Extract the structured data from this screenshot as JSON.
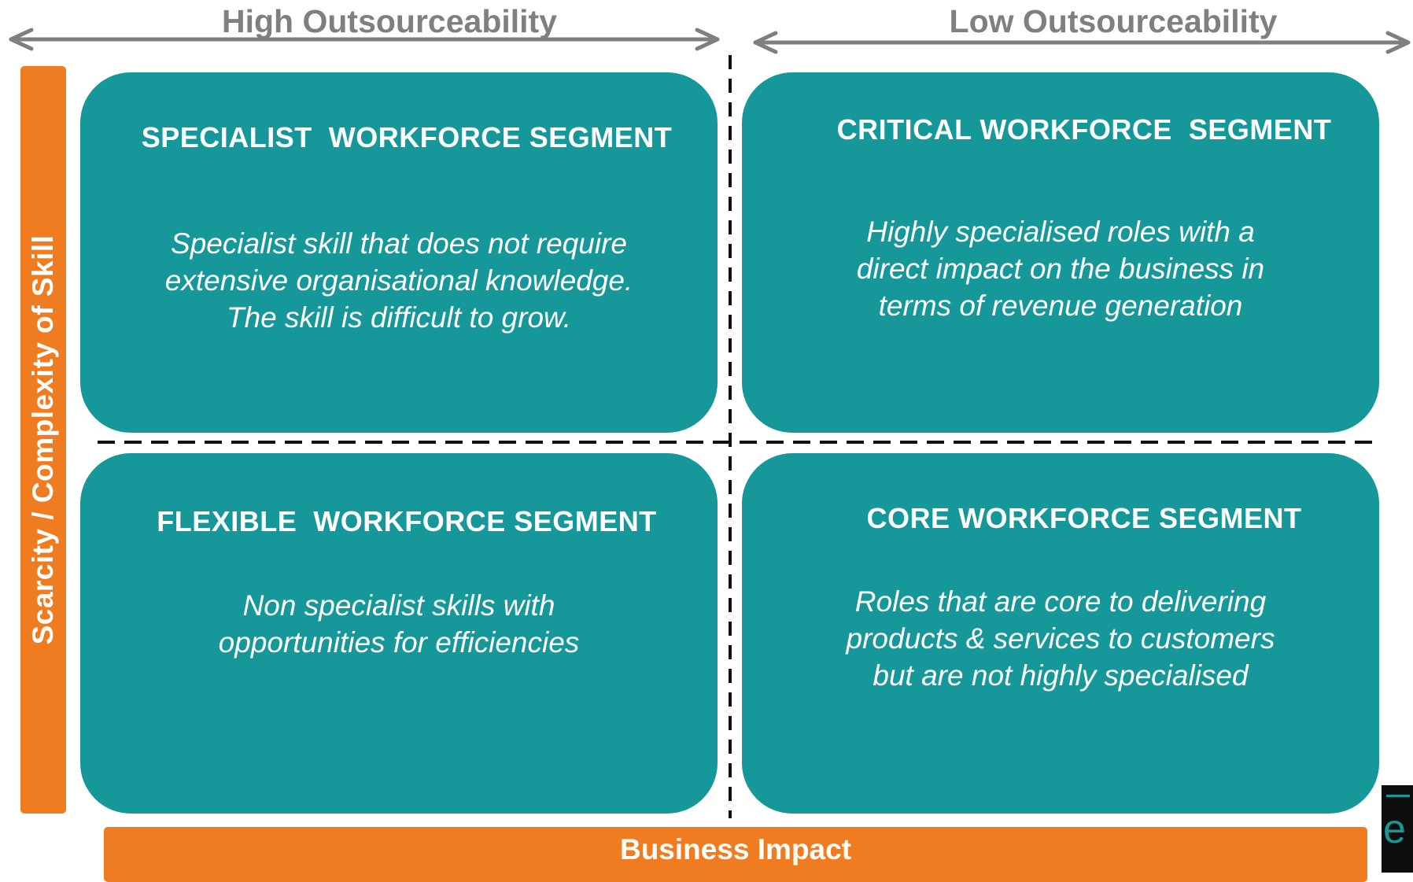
{
  "header": {
    "left_label": "High Outsourceability",
    "right_label": "Low Outsourceability"
  },
  "axes": {
    "y_label": "Scarcity / Complexity of Skill",
    "x_label": "Business Impact"
  },
  "quadrants": {
    "top_left": {
      "title": "SPECIALIST  WORKFORCE SEGMENT",
      "description": "Specialist skill that does not require extensive organisational knowledge. The skill is difficult to grow."
    },
    "top_right": {
      "title": "CRITICAL WORKFORCE  SEGMENT",
      "description": "Highly specialised roles with a direct impact on the business in terms of revenue generation"
    },
    "bottom_left": {
      "title": "FLEXIBLE  WORKFORCE SEGMENT",
      "description": "Non specialist skills with opportunities for efficiencies"
    },
    "bottom_right": {
      "title": "CORE WORKFORCE SEGMENT",
      "description": "Roles that are core to delivering products & services to customers but are not highly specialised"
    }
  },
  "colors": {
    "quadrant_fill": "#16989a",
    "axis_bar": "#f07c22",
    "header_text": "#7f7f7f"
  }
}
